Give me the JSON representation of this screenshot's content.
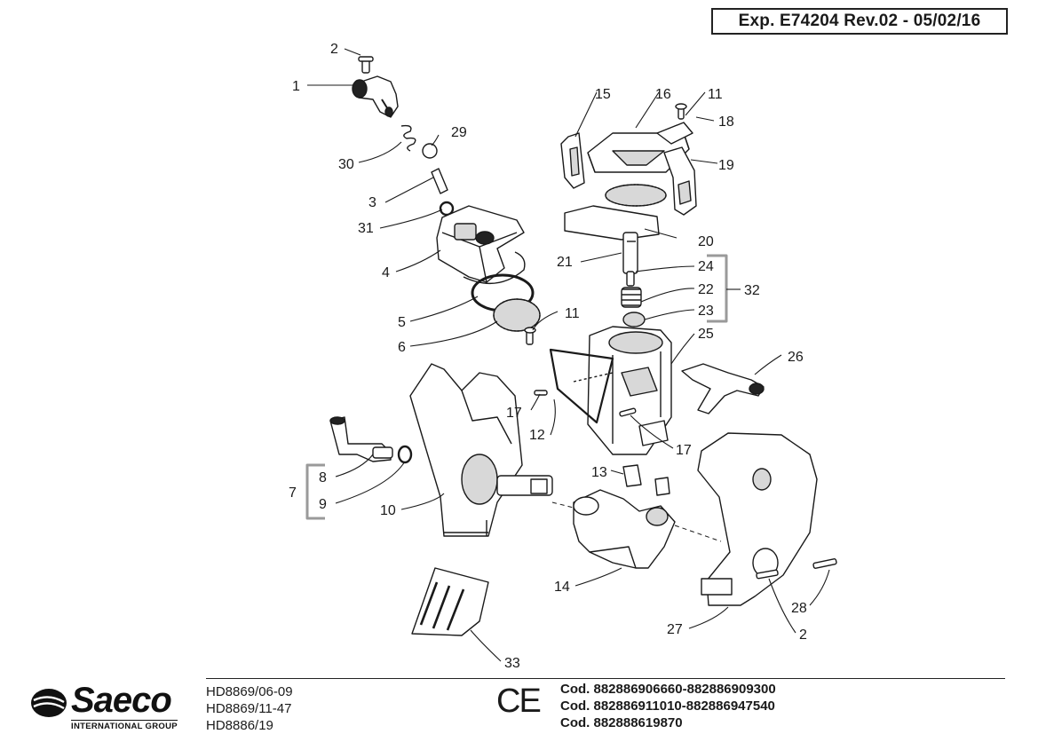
{
  "header": {
    "ref": "Exp. E74204 Rev.02 - 05/02/16"
  },
  "callouts": {
    "c2a": "2",
    "c1": "1",
    "c29": "29",
    "c30": "30",
    "c3": "3",
    "c31": "31",
    "c4": "4",
    "c5": "5",
    "c6": "6",
    "c11a": "11",
    "c15": "15",
    "c16": "16",
    "c11b": "11",
    "c18": "18",
    "c19": "19",
    "c20": "20",
    "c21": "21",
    "c24": "24",
    "c22": "22",
    "c23": "23",
    "c32": "32",
    "c25": "25",
    "c26": "26",
    "c17a": "17",
    "c12": "12",
    "c17b": "17",
    "c13": "13",
    "c7": "7",
    "c8": "8",
    "c9": "9",
    "c10": "10",
    "c14": "14",
    "c27": "27",
    "c28": "28",
    "c2b": "2",
    "c33": "33"
  },
  "footer": {
    "brand": "Saeco",
    "brand_sub": "INTERNATIONAL GROUP",
    "models": [
      "HD8869/06-09",
      "HD8869/11-47",
      "HD8886/19"
    ],
    "ce": "CE",
    "codes": [
      "Cod. 882886906660-882886909300",
      "Cod. 882886911010-882886947540",
      "Cod. 882888619870"
    ]
  },
  "colors": {
    "line": "#1a1a1a",
    "bracket": "#9a9a9a",
    "fill": "#ffffff",
    "shade": "#d8d8d8"
  }
}
